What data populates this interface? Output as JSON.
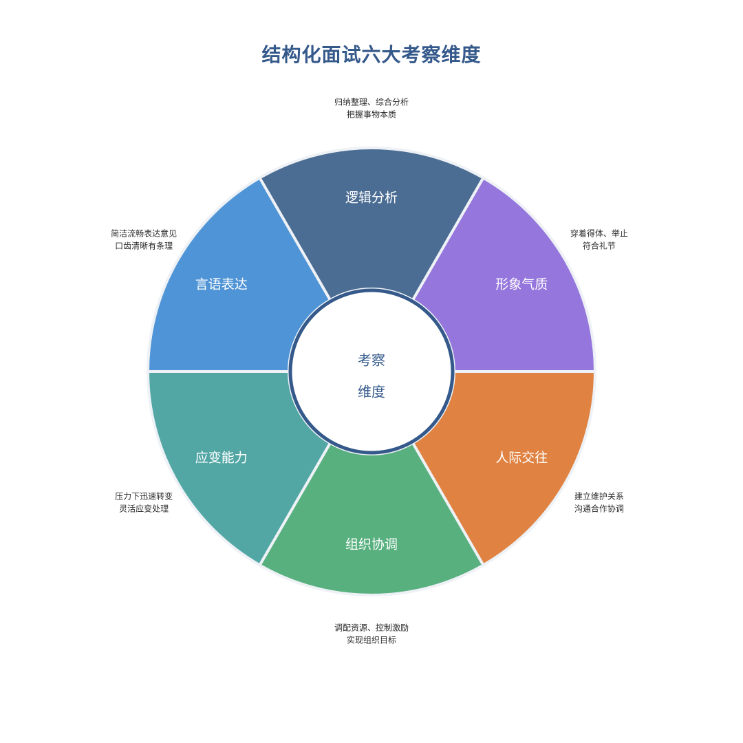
{
  "title": "结构化面试六大考察维度",
  "center": {
    "line1": "考察",
    "line2": "维度"
  },
  "segments": [
    {
      "label": "逻辑分析",
      "color": "#4c6d93",
      "desc": [
        "归纳整理、综合分析",
        "把握事物本质"
      ]
    },
    {
      "label": "形象气质",
      "color": "#9576dc",
      "desc": [
        "穿着得体、举止",
        "符合礼节"
      ]
    },
    {
      "label": "人际交往",
      "color": "#e08342",
      "desc": [
        "建立维护关系",
        "沟通合作协调"
      ]
    },
    {
      "label": "组织协调",
      "color": "#58b07f",
      "desc": [
        "调配资源、控制激励",
        "实现组织目标"
      ]
    },
    {
      "label": "应变能力",
      "color": "#52a7a5",
      "desc": [
        "压力下迅速转变",
        "灵活应变处理"
      ]
    },
    {
      "label": "言语表达",
      "color": "#4f94d6",
      "desc": [
        "简洁流畅表达意见",
        "口齿清晰有条理"
      ]
    }
  ],
  "colors": {
    "title": "#34598a",
    "center_ring": "#34598a",
    "center_text": "#34598a"
  }
}
